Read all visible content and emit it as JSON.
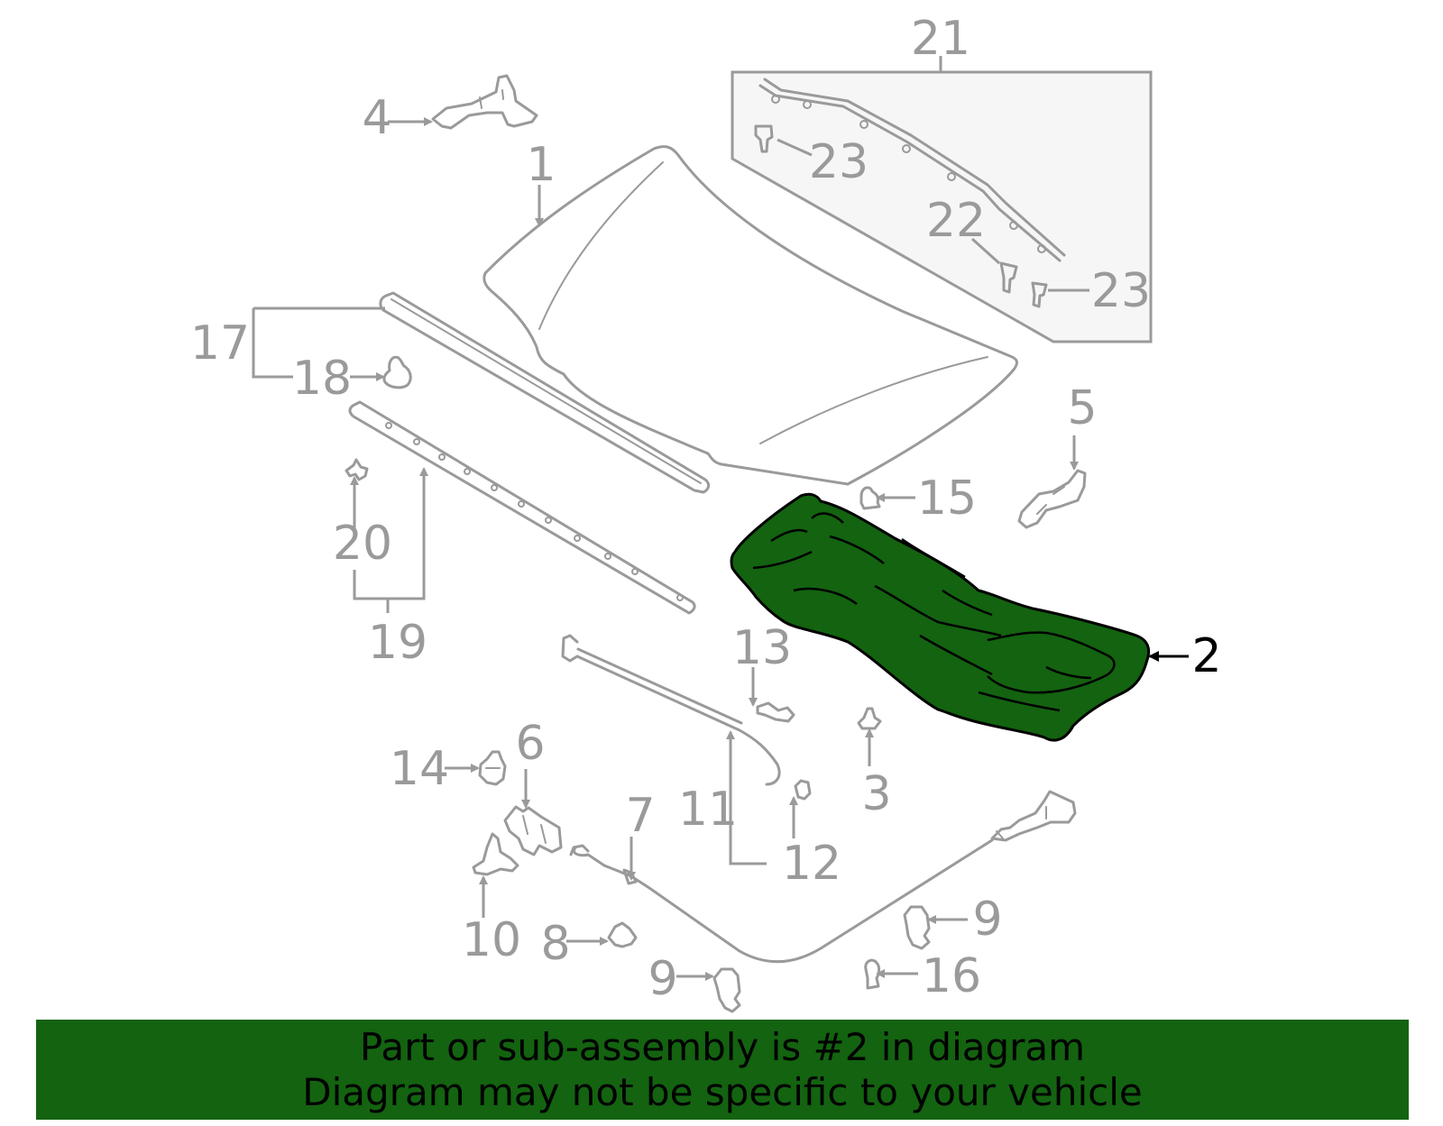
{
  "diagram": {
    "highlight_color": "#136310",
    "line_color": "#9a9a9a",
    "labels": {
      "l1": "1",
      "l2": "2",
      "l3": "3",
      "l4": "4",
      "l5": "5",
      "l6": "6",
      "l7": "7",
      "l8": "8",
      "l9a": "9",
      "l9b": "9",
      "l10": "10",
      "l11": "11",
      "l12": "12",
      "l13": "13",
      "l14": "14",
      "l15": "15",
      "l16": "16",
      "l17": "17",
      "l18": "18",
      "l19": "19",
      "l20": "20",
      "l21": "21",
      "l22": "22",
      "l23a": "23",
      "l23b": "23"
    }
  },
  "footer": {
    "line1": "Part or sub-assembly is #2 in diagram",
    "line2": "Diagram may not be specific to your vehicle",
    "background": "#136310"
  }
}
